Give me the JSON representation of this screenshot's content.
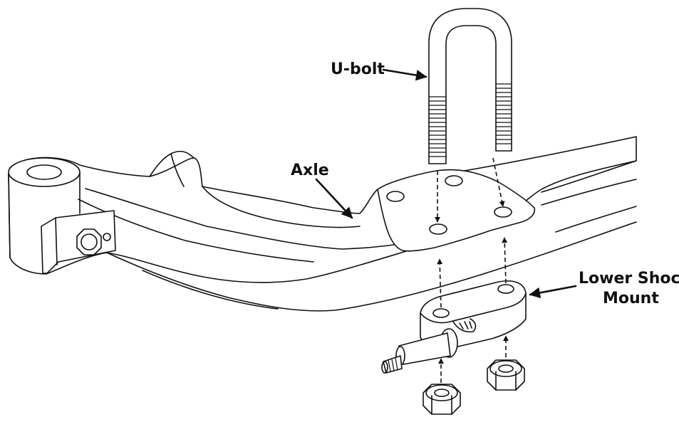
{
  "labels": {
    "ubolt": "U-bolt",
    "axle": "Axle",
    "lower_shock_mount_line1": "Lower Shock",
    "lower_shock_mount_line2": "Mount"
  }
}
